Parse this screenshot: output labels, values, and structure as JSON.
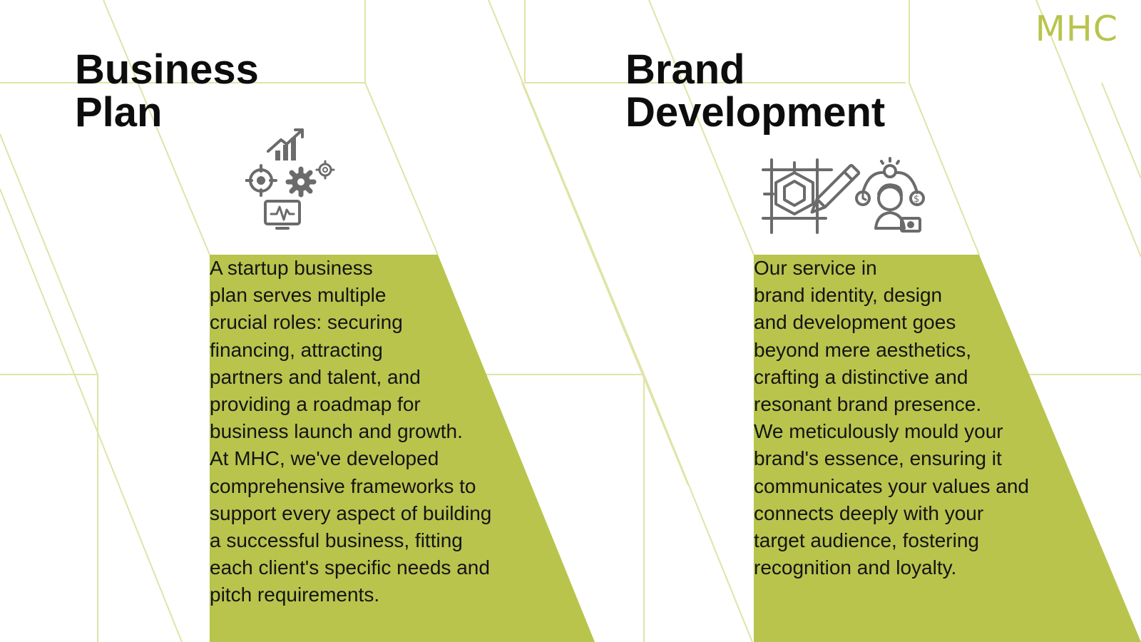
{
  "brand": {
    "logo_text": "MHC",
    "accent_color": "#b9c44d",
    "line_color": "#dfe4a6"
  },
  "sections": [
    {
      "title_lines": [
        "Business",
        "Plan"
      ],
      "icon": "business-plan-icon",
      "body_lines": [
        "A startup business",
        "plan serves multiple",
        "crucial roles: securing",
        "financing, attracting",
        "partners and talent, and",
        "providing a roadmap for",
        "business launch and growth.",
        "At MHC, we've developed",
        "comprehensive frameworks to",
        "support every aspect of building",
        "a successful business, fitting",
        "each client's specific needs and",
        "pitch requirements."
      ]
    },
    {
      "title_lines": [
        "Brand",
        "Development"
      ],
      "icon": "brand-development-icon",
      "body_lines": [
        "Our service in",
        "brand identity, design",
        "and development goes",
        "beyond mere aesthetics,",
        "crafting a distinctive and",
        "resonant brand presence.",
        "We meticulously mould your",
        "brand's essence, ensuring it",
        "communicates your values and",
        "connects deeply with your",
        "target audience, fostering",
        "recognition and loyalty."
      ]
    }
  ]
}
